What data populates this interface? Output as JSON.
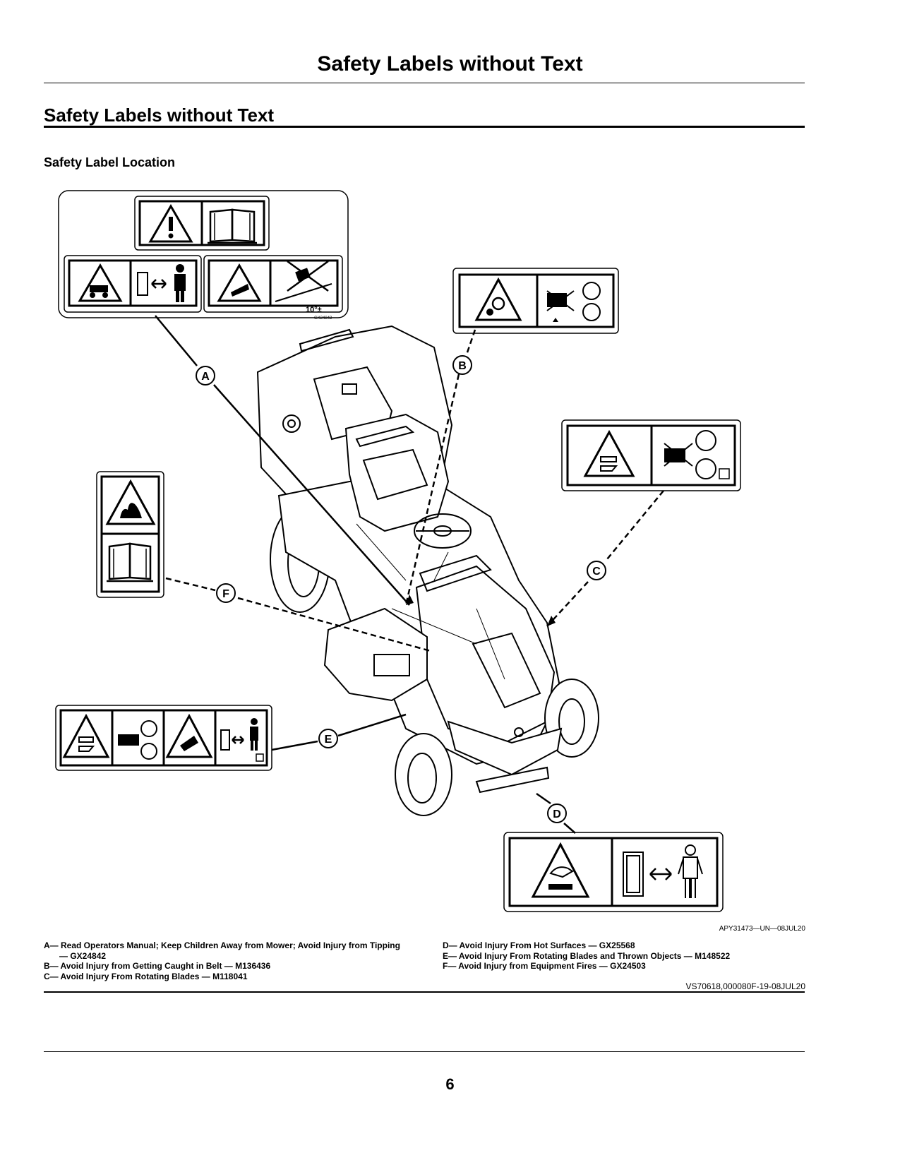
{
  "header": {
    "title": "Safety Labels without Text"
  },
  "section": {
    "title": "Safety Labels without Text",
    "subtitle": "Safety Label Location"
  },
  "figure": {
    "callouts": [
      "A",
      "B",
      "C",
      "D",
      "E",
      "F"
    ],
    "label_a_inset": {
      "angle": "10°±",
      "part": "GX24842"
    },
    "figure_id": "APY31473—UN—08JUL20"
  },
  "legend": {
    "left": [
      "A— Read Operators Manual; Keep Children Away from Mower; Avoid Injury from Tipping — GX24842",
      "B— Avoid Injury from Getting Caught in Belt — M136436",
      "C— Avoid Injury From Rotating Blades — M118041"
    ],
    "right": [
      "D— Avoid Injury From Hot Surfaces — GX25568",
      "E— Avoid Injury From Rotating Blades and Thrown Objects — M148522",
      "F— Avoid Injury from Equipment Fires — GX24503"
    ]
  },
  "document_ref": "VS70618,000080F-19-08JUL20",
  "page_number": "6"
}
